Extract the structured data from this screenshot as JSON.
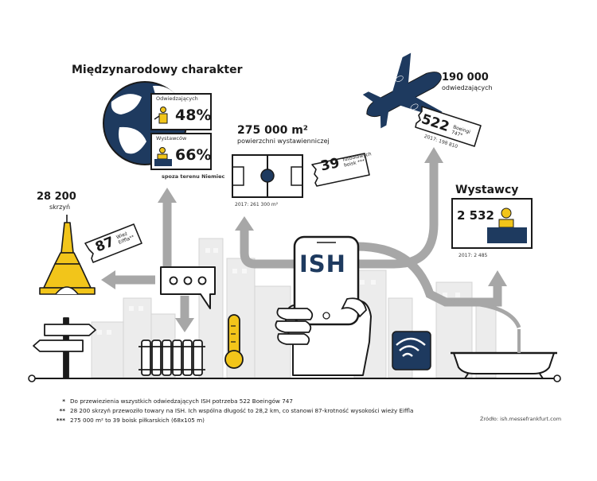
{
  "international": {
    "title": "Międzynarodowy charakter",
    "visitors_label": "Odwiedzających",
    "visitors_pct": "48%",
    "exhibitors_label": "Wystawców",
    "exhibitors_pct": "66%",
    "note": "spoza terenu Niemiec"
  },
  "area": {
    "value": "275 000 m²",
    "label": "powierzchni wystawienniczej",
    "prev": "2017: 261 300 m²",
    "pitch_count": "39",
    "pitch_label_1": "boisk",
    "pitch_label_2": "futbolowych",
    "pitch_stars": "***"
  },
  "visitors": {
    "value": "190 000",
    "label": "odwiedzających",
    "boeing_count": "522",
    "boeing_label": "Boeingi",
    "boeing_model": "747*",
    "prev": "2017: 198 810"
  },
  "crates": {
    "value": "28 200",
    "label": "skrzyń",
    "eiffel_count": "87",
    "eiffel_label_1": "Wież",
    "eiffel_label_2": "Eiffla**"
  },
  "exhibitors": {
    "title": "Wystawcy",
    "value": "2 532",
    "prev": "2017: 2 485"
  },
  "phone": {
    "brand": "ISH"
  },
  "footnotes": [
    {
      "mark": "*",
      "text": "Do przewiezienia wszystkich odwiedzających ISH potrzeba 522 Boeingów 747"
    },
    {
      "mark": "**",
      "text": "28 200 skrzyń przewoziło towary na ISH. Ich wspólna długość to 28,2 km, co stanowi 87-krotność wysokości wieży Eiffla"
    },
    {
      "mark": "***",
      "text": "275 000 m² to 39 boisk piłkarskich (68x105 m)"
    }
  ],
  "source": "Źródło: ish.messefrankfurt.com",
  "colors": {
    "navy": "#1e3a5f",
    "yellow": "#f2c51a",
    "gray": "#a7a7a7",
    "light": "#e6e6e6"
  }
}
